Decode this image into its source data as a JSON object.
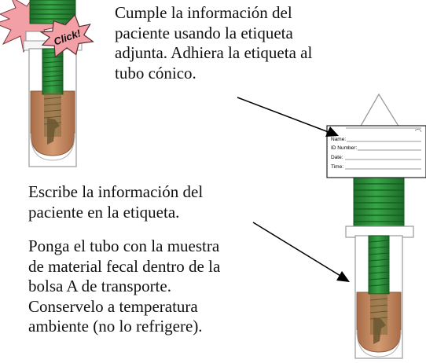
{
  "instructions": {
    "step_attach": [
      "Cumple la información del",
      "paciente usando la etiqueta",
      "adjunta. Adhiera la etiqueta al",
      "tubo cónico."
    ],
    "step_write": [
      "Escribe la información del",
      "paciente en la etiqueta."
    ],
    "step_bag": [
      "Ponga el tubo con la muestra",
      "de material fecal dentro de la",
      "bolsa A de transporte.",
      "Conservelo a temperatura",
      "ambiente (no lo refrigere)."
    ]
  },
  "click_badge": "Click!",
  "label_fields": [
    "Name:",
    "ID Number:",
    "Date:",
    "Time:"
  ],
  "colors": {
    "tube_green": "#2f9a3e",
    "sample_brown": "#c48a62",
    "click_pink": "#f2a0a6"
  }
}
